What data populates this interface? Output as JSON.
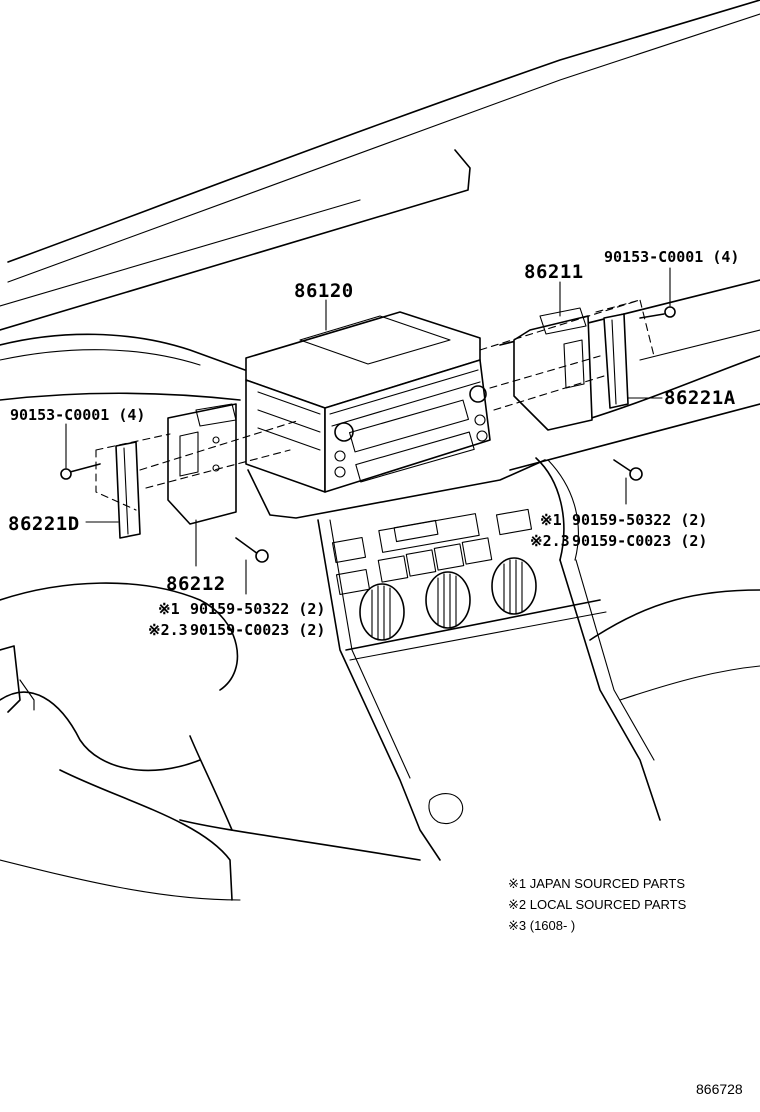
{
  "parts": {
    "radio": "86120",
    "bracket_right": "86211",
    "bracket_left": "86212",
    "panel_right": "86221A",
    "panel_left": "86221D",
    "screw_top_right": "90153-C0001 (4)",
    "screw_left": "90153-C0001 (4)"
  },
  "screw_groups": {
    "right": [
      {
        "marker": "※1",
        "part": "90159-50322 (2)"
      },
      {
        "marker": "※2.3",
        "part": "90159-C0023 (2)"
      }
    ],
    "left": [
      {
        "marker": "※1",
        "part": "90159-50322 (2)"
      },
      {
        "marker": "※2.3",
        "part": "90159-C0023 (2)"
      }
    ]
  },
  "notes": [
    "※1  JAPAN SOURCED PARTS",
    "※2  LOCAL SOURCED PARTS",
    "※3 (1608-        )"
  ],
  "reference": "866728"
}
